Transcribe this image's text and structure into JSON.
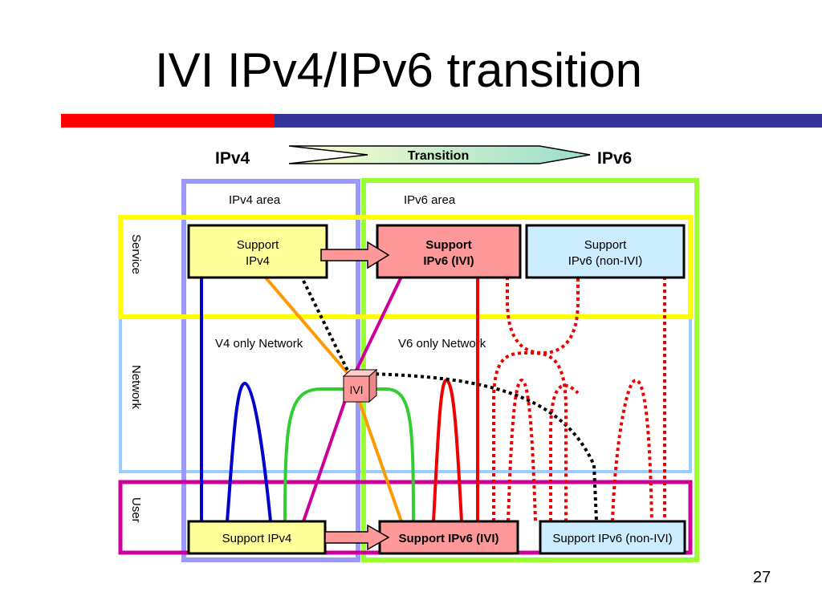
{
  "slide": {
    "title": "IVI IPv4/IPv6 transition",
    "page_number": "27"
  },
  "colors": {
    "accent_red": "#ff0000",
    "accent_blue": "#333399",
    "ipv4_area": "#9999ff",
    "ipv6_area": "#99ff33",
    "service_band": "#ffff00",
    "network_band": "#99ccff",
    "user_band": "#cc0099",
    "ipv4_box": "#ffff99",
    "ivi_box": "#ff9999",
    "nonivi_box": "#ccecff"
  },
  "diagram": {
    "header": {
      "left_label": "IPv4",
      "transition_label": "Transition",
      "right_label": "IPv6"
    },
    "areas": {
      "ipv4": "IPv4 area",
      "ipv6": "IPv6 area"
    },
    "layers": {
      "service": "Service",
      "network": "Network",
      "user": "User"
    },
    "networks": {
      "v4": "V4 only Network",
      "v6": "V6 only Network"
    },
    "translator": "IVI",
    "service_boxes": {
      "ipv4": {
        "line1": "Support",
        "line2": "IPv4"
      },
      "ivi": {
        "line1": "Support",
        "line2": "IPv6 (IVI)"
      },
      "nonivi": {
        "line1": "Support",
        "line2": "IPv6 (non-IVI)"
      }
    },
    "user_boxes": {
      "ipv4": "Support IPv4",
      "ivi": "Support IPv6 (IVI)",
      "nonivi": "Support IPv6 (non-IVI)"
    }
  }
}
